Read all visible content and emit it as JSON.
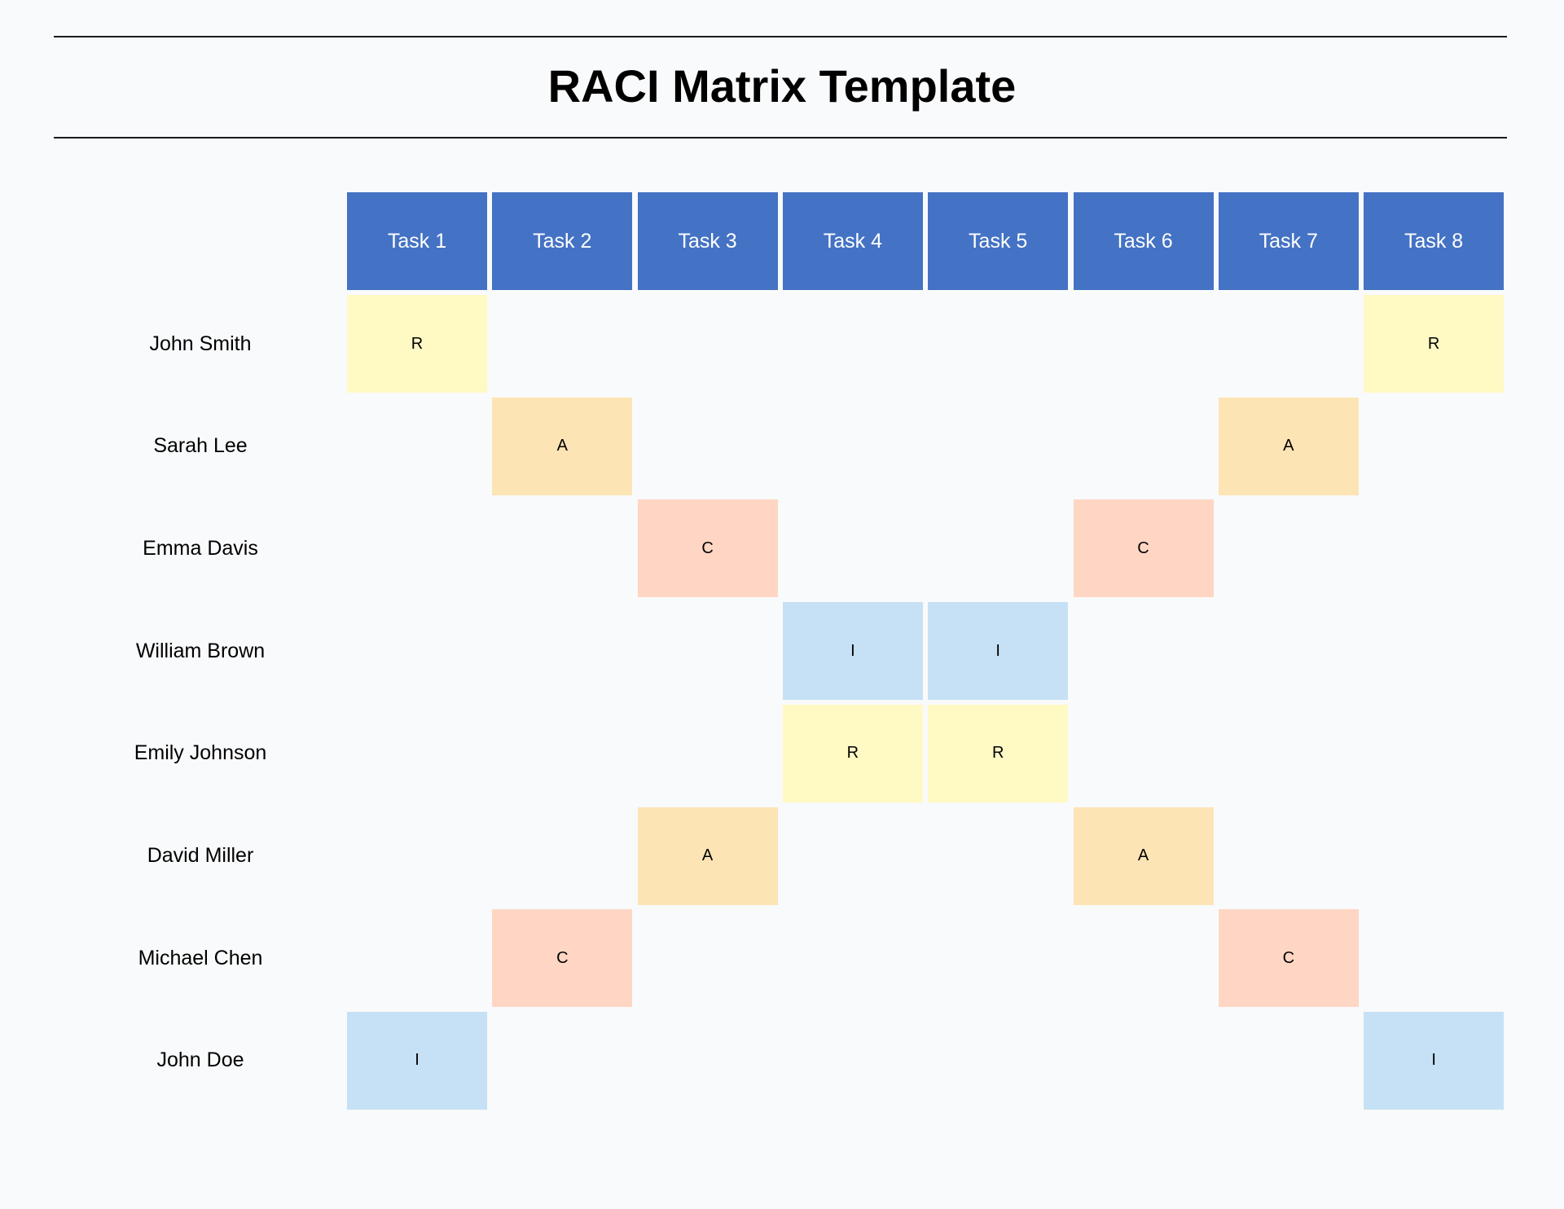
{
  "title": "RACI Matrix Template",
  "tasks": [
    "Task 1",
    "Task 2",
    "Task 3",
    "Task 4",
    "Task 5",
    "Task 6",
    "Task 7",
    "Task 8"
  ],
  "people": [
    "John Smith",
    "Sarah Lee",
    "Emma Davis",
    "William Brown",
    "Emily Johnson",
    "David Miller",
    "Michael Chen",
    "John Doe"
  ],
  "assignments": [
    [
      "R",
      "",
      "",
      "",
      "",
      "",
      "",
      "R"
    ],
    [
      "",
      "A",
      "",
      "",
      "",
      "",
      "A",
      ""
    ],
    [
      "",
      "",
      "C",
      "",
      "",
      "C",
      "",
      ""
    ],
    [
      "",
      "",
      "",
      "I",
      "I",
      "",
      "",
      ""
    ],
    [
      "",
      "",
      "",
      "R",
      "R",
      "",
      "",
      ""
    ],
    [
      "",
      "",
      "A",
      "",
      "",
      "A",
      "",
      ""
    ],
    [
      "",
      "C",
      "",
      "",
      "",
      "",
      "C",
      ""
    ],
    [
      "I",
      "",
      "",
      "",
      "",
      "",
      "",
      "I"
    ]
  ],
  "colors": {
    "header": "#4472c4",
    "R": "#fff9c4",
    "A": "#fce4b4",
    "C": "#ffd6c4",
    "I": "#c6e1f5"
  }
}
